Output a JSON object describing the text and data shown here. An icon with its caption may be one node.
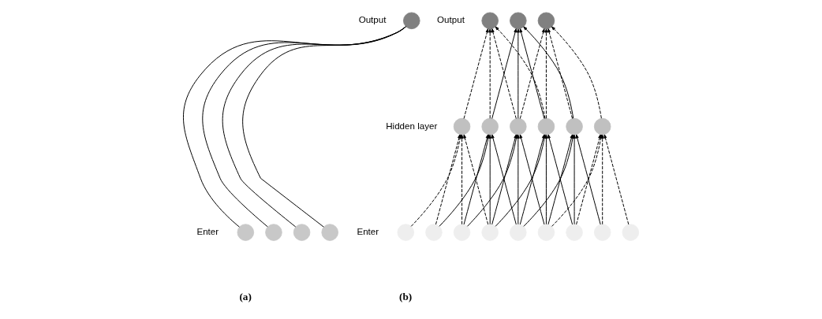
{
  "diagram": {
    "nodes": [
      {
        "text": [],
        "shape": "circle"
      },
      {
        "text": [],
        "shape": "circle"
      },
      {
        "text": [],
        "shape": "circle"
      },
      {
        "text": [],
        "shape": "circle"
      },
      {
        "text": [],
        "shape": "circle"
      },
      {
        "text": [],
        "shape": "circle"
      },
      {
        "text": [],
        "shape": "circle"
      },
      {
        "text": [],
        "shape": "circle"
      },
      {
        "text": [],
        "shape": "circle"
      },
      {
        "text": [],
        "shape": "circle"
      },
      {
        "text": [],
        "shape": "circle"
      },
      {
        "text": [],
        "shape": "circle"
      },
      {
        "text": [],
        "shape": "circle"
      },
      {
        "text": [],
        "shape": "circle"
      },
      {
        "text": [],
        "shape": "circle"
      },
      {
        "text": [],
        "shape": "circle"
      },
      {
        "text": [],
        "shape": "circle"
      },
      {
        "text": [],
        "shape": "circle"
      },
      {
        "text": [],
        "shape": "circle"
      },
      {
        "text": [],
        "shape": "circle"
      },
      {
        "text": [],
        "shape": "circle"
      },
      {
        "text": [],
        "shape": "circle"
      },
      {
        "text": [],
        "shape": "circle"
      }
    ],
    "edges": [
      {
        "from": 1,
        "to": 0,
        "arrow": "none"
      },
      {
        "from": 2,
        "to": 0,
        "arrow": "none"
      },
      {
        "from": 3,
        "to": 0,
        "arrow": "none"
      },
      {
        "from": 4,
        "to": 0,
        "arrow": "none"
      },
      {
        "from": 8,
        "to": 5,
        "arrow": "to",
        "style": "dashed"
      },
      {
        "from": 9,
        "to": 5,
        "arrow": "to",
        "style": "dashed"
      },
      {
        "from": 10,
        "to": 5,
        "arrow": "to",
        "style": "dashed"
      },
      {
        "from": 11,
        "to": 5,
        "arrow": "to",
        "style": "dashed"
      },
      {
        "from": 9,
        "to": 6,
        "arrow": "to"
      },
      {
        "from": 10,
        "to": 6,
        "arrow": "to"
      },
      {
        "from": 11,
        "to": 6,
        "arrow": "to"
      },
      {
        "from": 12,
        "to": 6,
        "arrow": "to"
      },
      {
        "from": 10,
        "to": 7,
        "arrow": "to",
        "style": "dashed"
      },
      {
        "from": 11,
        "to": 7,
        "arrow": "to",
        "style": "dashed"
      },
      {
        "from": 12,
        "to": 7,
        "arrow": "to",
        "style": "dashed"
      },
      {
        "from": 13,
        "to": 7,
        "arrow": "to",
        "style": "dashed"
      },
      {
        "from": 14,
        "to": 8,
        "arrow": "to",
        "style": "dashed"
      },
      {
        "from": 15,
        "to": 8,
        "arrow": "to",
        "style": "dashed"
      },
      {
        "from": 16,
        "to": 8,
        "arrow": "to",
        "style": "dashed"
      },
      {
        "from": 17,
        "to": 8,
        "arrow": "to",
        "style": "dashed"
      },
      {
        "from": 15,
        "to": 9,
        "arrow": "to"
      },
      {
        "from": 16,
        "to": 9,
        "arrow": "to"
      },
      {
        "from": 17,
        "to": 9,
        "arrow": "to"
      },
      {
        "from": 18,
        "to": 9,
        "arrow": "to"
      },
      {
        "from": 16,
        "to": 10,
        "arrow": "to"
      },
      {
        "from": 17,
        "to": 10,
        "arrow": "to"
      },
      {
        "from": 18,
        "to": 10,
        "arrow": "to"
      },
      {
        "from": 19,
        "to": 10,
        "arrow": "to"
      },
      {
        "from": 17,
        "to": 11,
        "arrow": "to"
      },
      {
        "from": 18,
        "to": 11,
        "arrow": "to"
      },
      {
        "from": 19,
        "to": 11,
        "arrow": "to"
      },
      {
        "from": 20,
        "to": 11,
        "arrow": "to"
      },
      {
        "from": 18,
        "to": 12,
        "arrow": "to"
      },
      {
        "from": 19,
        "to": 12,
        "arrow": "to"
      },
      {
        "from": 20,
        "to": 12,
        "arrow": "to"
      },
      {
        "from": 21,
        "to": 12,
        "arrow": "to"
      },
      {
        "from": 19,
        "to": 13,
        "arrow": "to",
        "style": "dashed"
      },
      {
        "from": 20,
        "to": 13,
        "arrow": "to",
        "style": "dashed"
      },
      {
        "from": 21,
        "to": 13,
        "arrow": "to",
        "style": "dashed"
      },
      {
        "from": 22,
        "to": 13,
        "arrow": "to",
        "style": "dashed"
      }
    ],
    "labels": [
      "Output",
      "Enter",
      "(a)",
      "Output",
      "Hidden layer",
      "Enter",
      "(b)"
    ]
  }
}
